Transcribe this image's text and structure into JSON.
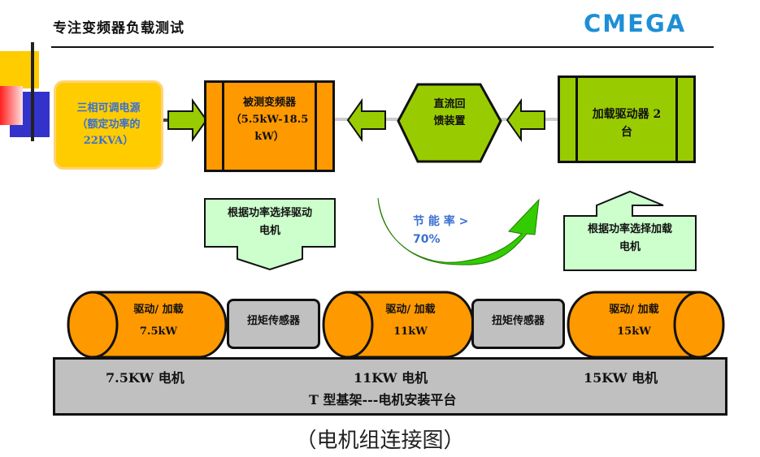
{
  "header": {
    "title": "专注变频器负载测试",
    "logo": "CMEGA",
    "logo_color": "#1d8fd6"
  },
  "diagram": {
    "power_source": {
      "lines": [
        "三相可调电源",
        "（额定功率的",
        "22KVA）"
      ],
      "color": "#ffcc00",
      "text_color": "#3a6fd1"
    },
    "vfd_under_test": {
      "lines": [
        "被测变频器",
        "（5.5kW-18.5",
        "kW）"
      ],
      "color": "#ff9900"
    },
    "dc_feedback": {
      "lines": [
        "直流回",
        "馈装置"
      ],
      "color": "#99cc00"
    },
    "load_driver": {
      "lines": [
        "加载驱动器 2",
        "台"
      ],
      "color": "#99cc00"
    },
    "select_drive_motor": {
      "lines": [
        "根据功率选择驱动",
        "电机"
      ],
      "color": "#ccffcc"
    },
    "select_load_motor": {
      "lines": [
        "根据功率选择加载",
        "电机"
      ],
      "color": "#ccffcc"
    },
    "energy_saving": {
      "lines": [
        "节 能 率 >",
        "70%"
      ],
      "value_percent": 70,
      "arrow_color": "#33cc00"
    },
    "motors": [
      {
        "label": "驱动/ 加载",
        "power": "7.5kW",
        "base_label": "7.5KW 电机"
      },
      {
        "label": "驱动/ 加载",
        "power": "11kW",
        "base_label": "11KW 电机"
      },
      {
        "label": "驱动/ 加载",
        "power": "15kW",
        "base_label": "15KW 电机"
      }
    ],
    "motor_color": "#ff9900",
    "torque_sensors": [
      {
        "label": "扭矩传感器"
      },
      {
        "label": "扭矩传感器"
      }
    ],
    "platform_label": "T 型基架---电机安装平台"
  },
  "caption": "（电机组连接图）"
}
